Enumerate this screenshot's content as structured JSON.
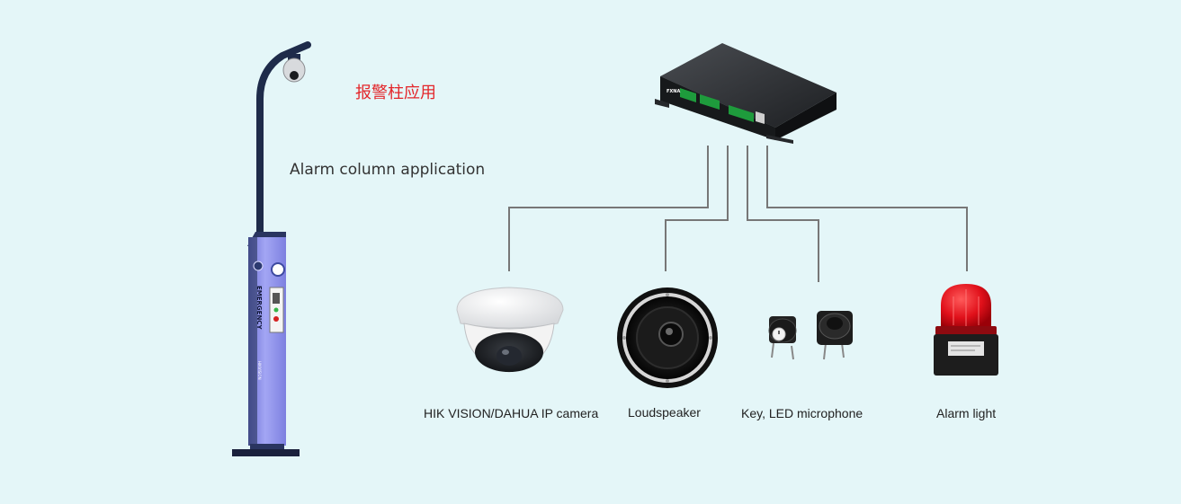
{
  "diagram": {
    "title_cn": "报警柱应用",
    "title_en": "Alarm column application",
    "devices": [
      {
        "label": "HIK VISION/DAHUA IP camera",
        "icon": "dome-camera-icon"
      },
      {
        "label": "Loudspeaker",
        "icon": "loudspeaker-icon"
      },
      {
        "label": "Key, LED microphone",
        "icon": "key-microphone-icon"
      },
      {
        "label": "Alarm light",
        "icon": "alarm-light-icon"
      }
    ],
    "pole": {
      "panel_text": "EMERGENCY",
      "brand_text": "HIKVISION"
    },
    "controller": {
      "brand_text": "FXNA"
    }
  },
  "colors": {
    "background": "#e4f6f8",
    "title_cn": "#e3262a",
    "pole_blue": "#8d8fe8",
    "pole_dark": "#1e2b4a",
    "connector": "#777777",
    "alarm_red": "#e0101a"
  }
}
